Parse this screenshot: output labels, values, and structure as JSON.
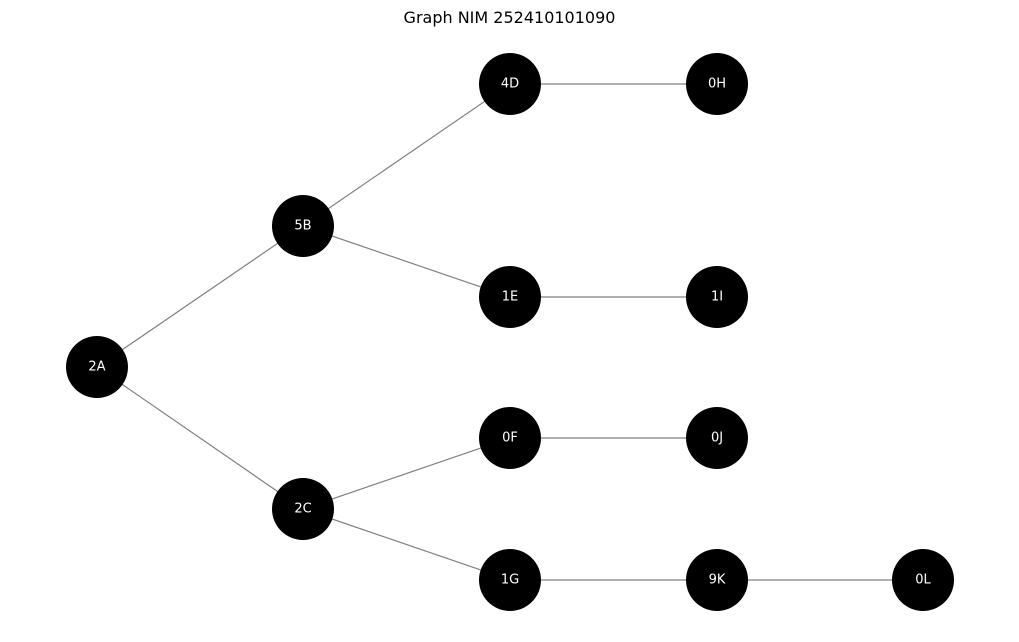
{
  "title": "Graph NIM 252410101090",
  "colors": {
    "node_fill": "#000000",
    "node_label": "#ffffff",
    "edge": "#808080",
    "background": "#ffffff"
  },
  "nodes": [
    {
      "id": "2A",
      "label": "2A"
    },
    {
      "id": "5B",
      "label": "5B"
    },
    {
      "id": "2C",
      "label": "2C"
    },
    {
      "id": "4D",
      "label": "4D"
    },
    {
      "id": "1E",
      "label": "1E"
    },
    {
      "id": "0F",
      "label": "0F"
    },
    {
      "id": "1G",
      "label": "1G"
    },
    {
      "id": "0H",
      "label": "0H"
    },
    {
      "id": "1I",
      "label": "1I"
    },
    {
      "id": "0J",
      "label": "0J"
    },
    {
      "id": "9K",
      "label": "9K"
    },
    {
      "id": "0L",
      "label": "0L"
    }
  ],
  "edges": [
    {
      "from": "2A",
      "to": "5B"
    },
    {
      "from": "2A",
      "to": "2C"
    },
    {
      "from": "5B",
      "to": "4D"
    },
    {
      "from": "5B",
      "to": "1E"
    },
    {
      "from": "2C",
      "to": "0F"
    },
    {
      "from": "2C",
      "to": "1G"
    },
    {
      "from": "4D",
      "to": "0H"
    },
    {
      "from": "1E",
      "to": "1I"
    },
    {
      "from": "0F",
      "to": "0J"
    },
    {
      "from": "1G",
      "to": "9K"
    },
    {
      "from": "9K",
      "to": "0L"
    }
  ]
}
